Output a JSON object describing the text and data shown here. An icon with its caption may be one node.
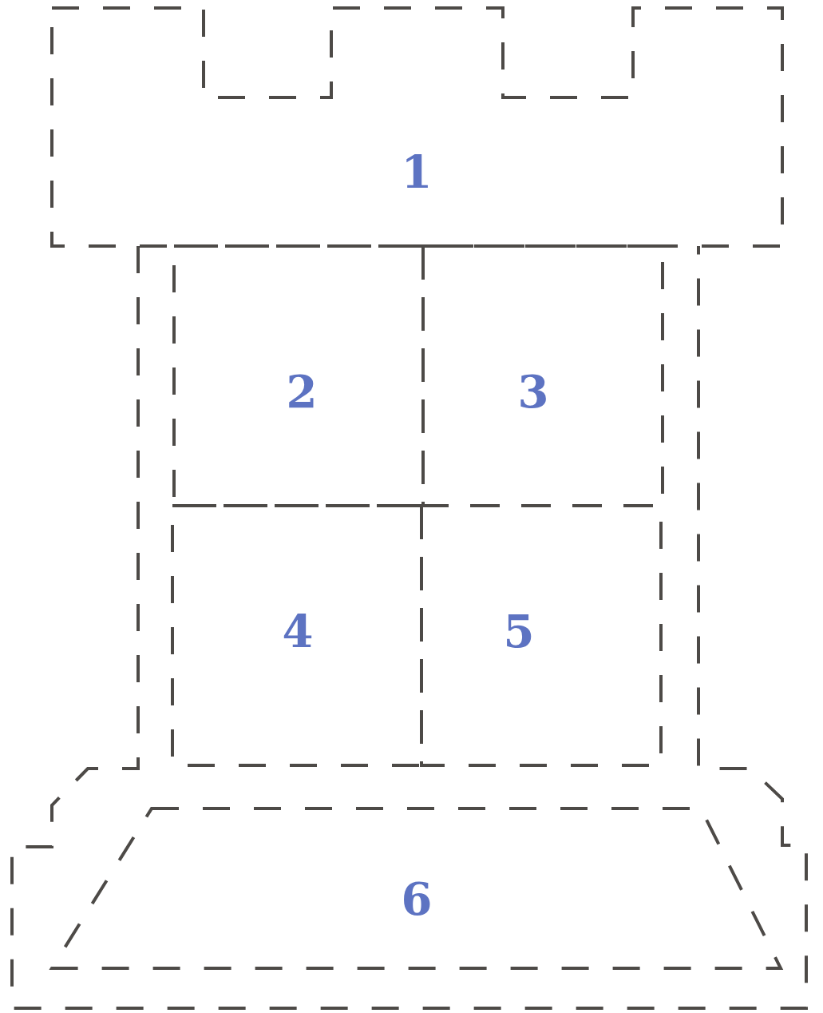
{
  "diagram": {
    "nodes": [
      {
        "text": [
          "1"
        ]
      },
      {
        "text": [
          "2"
        ]
      },
      {
        "text": [
          "3"
        ]
      },
      {
        "text": [
          "4"
        ]
      },
      {
        "text": [
          "5"
        ]
      },
      {
        "text": [
          "6"
        ]
      }
    ]
  }
}
